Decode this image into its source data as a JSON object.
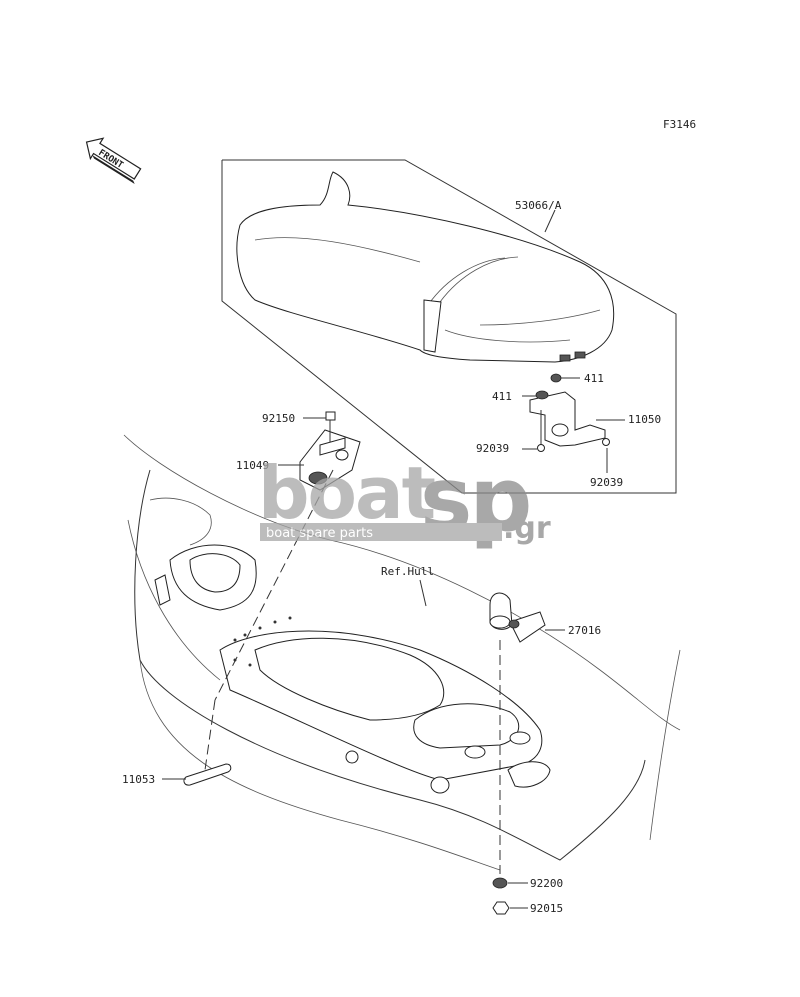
{
  "figure_code": "F3146",
  "front_label": "FRONT",
  "watermark": {
    "brand_a": "boat",
    "brand_b": "sp",
    "tld": ".gr",
    "tagline": "boat spare parts"
  },
  "parts": {
    "seat": "53066/A",
    "washer_a": "411",
    "washer_b": "411",
    "bracket": "11050",
    "bolt_a": "92039",
    "bolt_b": "92039",
    "bolt_top": "92150",
    "hook_bracket": "11049",
    "hull_ref": "Ref.Hull",
    "bumper": "27016",
    "strap": "11053",
    "washer_c": "92200",
    "nut": "92015"
  }
}
